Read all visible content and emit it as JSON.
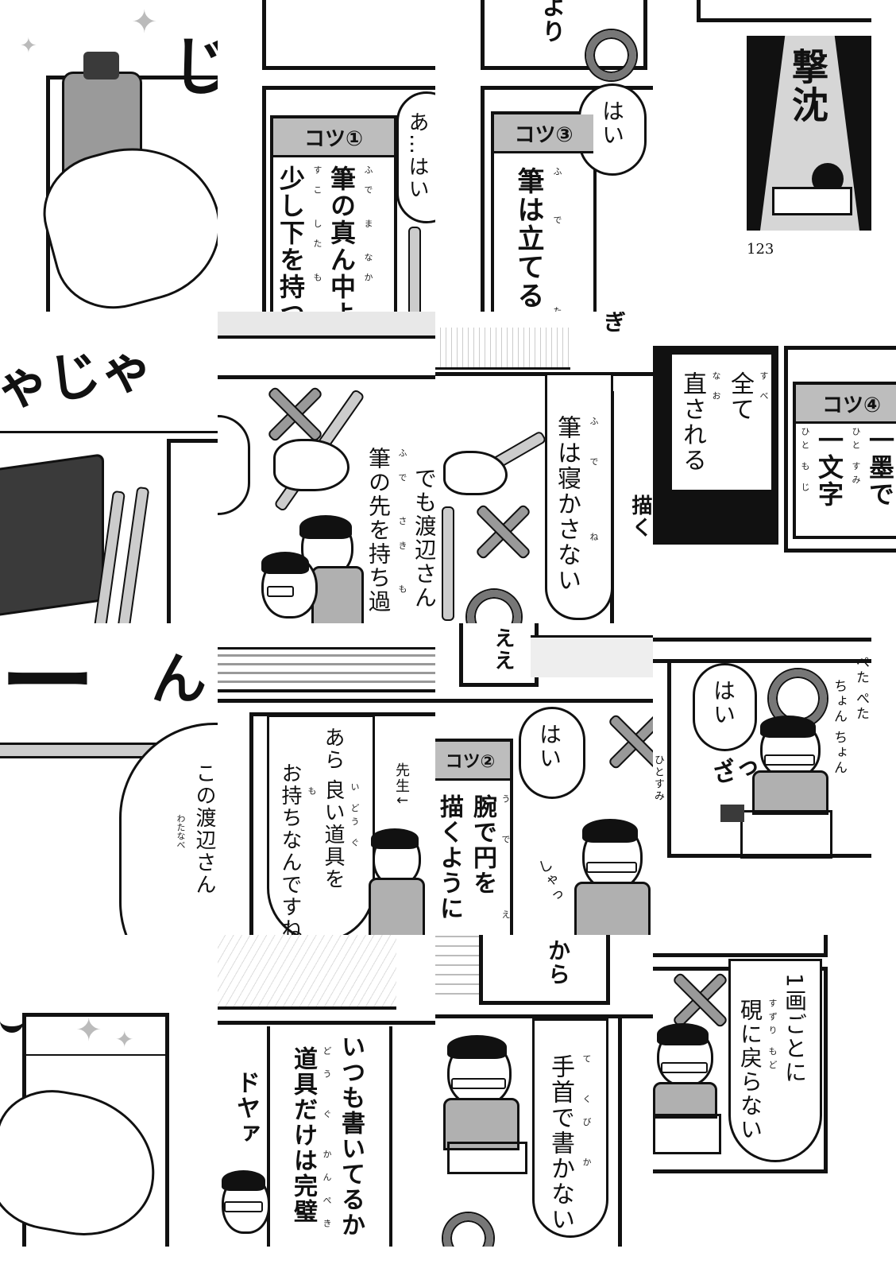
{
  "tiles": {
    "t1": {
      "sfx": "じ"
    },
    "t2": {
      "tip_label": "コツ①",
      "tip_line1": "筆の真ん中より",
      "tip_line2": "少し下を持つ",
      "furigana1": "ふで ま なか",
      "furigana2": "すこ した も",
      "speech": "あ…はい"
    },
    "t3": {
      "top_text": "より",
      "tip_label": "コツ③",
      "tip_text": "筆は立てる",
      "furigana": "ふで た",
      "speech": "はい"
    },
    "t4": {
      "title": "撃沈",
      "page_number": "123"
    },
    "t5": {
      "sfx": "ゃじゃ"
    },
    "t6": {
      "speech_line1": "でも渡辺さん",
      "speech_line2": "筆の先を持ち過",
      "furigana": "ふで さき も す"
    },
    "t7": {
      "top_text": "ぎ",
      "speech": "筆は寝かさない",
      "furigana": "ふで ね",
      "edge_text": "描く"
    },
    "t8": {
      "caption_line1": "全て",
      "caption_line2": "直される",
      "furigana1": "すべ",
      "furigana2": "なお",
      "tip_label": "コツ④",
      "tip_line1": "一墨で",
      "tip_line2": "一文字",
      "furigana3": "ひと すみ",
      "furigana4": "ひと も じ"
    },
    "t9": {
      "sfx": "ー",
      "sfx2": "ん",
      "speech": "この渡辺さん",
      "furigana": "わたなべ"
    },
    "t10": {
      "speech_line1": "あら 良い道具を",
      "speech_line2": "お持ちなんですね",
      "furigana1": "い どう ぐ",
      "furigana2": "も",
      "label": "先生↓"
    },
    "t11": {
      "top_text": "ええ",
      "tip_label": "コツ②",
      "tip_line1": "腕で円を",
      "tip_line2": "描くように",
      "furigana": "うで えん",
      "speech": "はい",
      "sfx": "しゃっ"
    },
    "t12": {
      "speech": "はい",
      "sfx1": "ぺた ぺた",
      "sfx2": "ちょん ちょん",
      "sfx3": "ざっ",
      "small_text": "ひとすみ"
    },
    "t13": {},
    "t14": {
      "sfx": "ドヤァ",
      "text_line1": "いつも書いてるか",
      "text_line2": "道具だけは完璧",
      "furigana": "どう ぐ かんぺき"
    },
    "t15": {
      "top_text": "から",
      "speech": "手首で書かない",
      "furigana": "て くび か"
    },
    "t16": {
      "speech_line1": "1画ごとに",
      "speech_line2": "硯に戻らない",
      "furigana": "すずり もど"
    }
  }
}
